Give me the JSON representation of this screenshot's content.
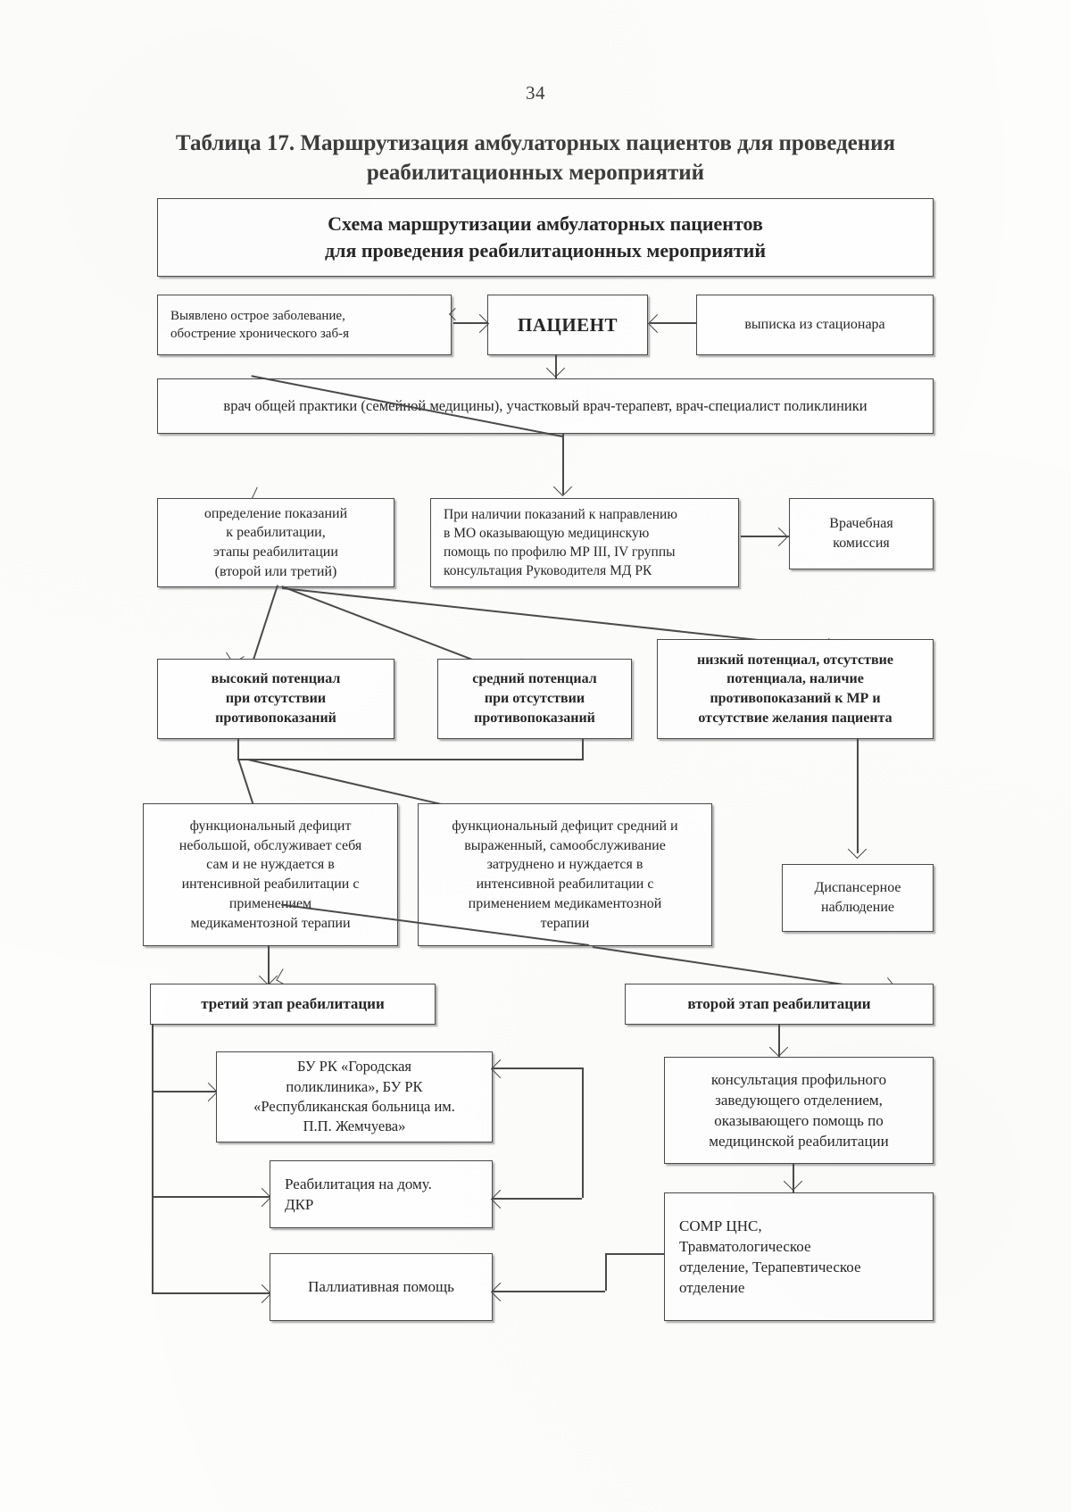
{
  "page": {
    "number": "34"
  },
  "caption": {
    "line1": "Таблица 17. Маршрутизация амбулаторных пациентов для проведения",
    "line2": "реабилитационных мероприятий"
  },
  "chart_data": {
    "type": "diagram",
    "title": "Схема маршрутизации амбулаторных пациентов для проведения реабилитационных мероприятий",
    "nodes": [
      {
        "id": "header",
        "label": "Схема маршрутизации амбулаторных пациентов\nдля проведения реабилитационных мероприятий"
      },
      {
        "id": "acute",
        "label": "Выявлено острое заболевание,\nобострение хронического заб-я"
      },
      {
        "id": "patient",
        "label": "ПАЦИЕНТ"
      },
      {
        "id": "discharge",
        "label": "выписка из стационара"
      },
      {
        "id": "doctor",
        "label": "врач общей практики (семейной медицины), участковый врач-терапевт, врач-специалист поликлиники"
      },
      {
        "id": "indications",
        "label": "определение показаний\nк реабилитации,\nэтапы реабилитации\n(второй или третий)"
      },
      {
        "id": "referral",
        "label": "При наличии показаний к направлению\nв МО оказывающую медицинскую\nпомощь по профилю МР III, IV группы\nконсультация Руководителя МД РК"
      },
      {
        "id": "commission",
        "label": "Врачебная\nкомиссия"
      },
      {
        "id": "high",
        "label": "высокий потенциал\nпри отсутствии\nпротивопоказаний"
      },
      {
        "id": "medium",
        "label": "средний потенциал\nпри отсутствии\nпротивопоказаний"
      },
      {
        "id": "low",
        "label": "низкий потенциал, отсутствие\nпотенциала, наличие\nпротивопоказаний к МР и\nотсутствие желания пациента"
      },
      {
        "id": "deficit-low",
        "label": "функциональный дефицит\nнебольшой, обслуживает себя\nсам и не нуждается в\nинтенсивной реабилитации с\nприменением\nмедикаментозной терапии"
      },
      {
        "id": "deficit-high",
        "label": "функциональный дефицит средний и\nвыраженный, самообслуживание\nзатруднено и нуждается в\nинтенсивной реабилитации с\nприменением медикаментозной\nтерапии"
      },
      {
        "id": "dispensary",
        "label": "Диспансерное\nнаблюдение"
      },
      {
        "id": "stage3",
        "label": "третий этап реабилитации"
      },
      {
        "id": "stage2",
        "label": "второй этап реабилитации"
      },
      {
        "id": "clinics",
        "label": "БУ РК «Городская\nполиклиника», БУ РК\n«Республиканская больница им.\nП.П. Жемчуева»"
      },
      {
        "id": "home",
        "label": "Реабилитация на дому.\nДКР"
      },
      {
        "id": "palliative",
        "label": "Паллиативная помощь"
      },
      {
        "id": "consult",
        "label": "консультация профильного\nзаведующего отделением,\nоказывающего помощь по\nмедицинской реабилитации"
      },
      {
        "id": "somr",
        "label": "СОМР ЦНС,\nТравматологическое\nотделение, Терапевтическое\nотделение"
      }
    ],
    "edges": [
      {
        "from": "acute",
        "to": "patient",
        "type": "arrow-right"
      },
      {
        "from": "discharge",
        "to": "patient",
        "type": "arrow-left"
      },
      {
        "from": "patient",
        "to": "doctor",
        "type": "arrow-down"
      },
      {
        "from": "doctor",
        "to": "indications",
        "type": "arrow-diagonal"
      },
      {
        "from": "doctor",
        "to": "referral",
        "type": "arrow-down"
      },
      {
        "from": "referral",
        "to": "commission",
        "type": "arrow-right"
      },
      {
        "from": "indications",
        "to": "high",
        "type": "arrow-diagonal"
      },
      {
        "from": "indications",
        "to": "medium",
        "type": "arrow-diagonal"
      },
      {
        "from": "indications",
        "to": "low",
        "type": "arrow-diagonal"
      },
      {
        "from": "high",
        "to": "deficit-low",
        "type": "arrow-diagonal"
      },
      {
        "from": "medium",
        "to": "deficit-high",
        "type": "arrow-diagonal"
      },
      {
        "from": "low",
        "to": "dispensary",
        "type": "arrow-down"
      },
      {
        "from": "deficit-low",
        "to": "stage3",
        "type": "arrow-down"
      },
      {
        "from": "deficit-high",
        "to": "stage3",
        "type": "arrow-diagonal"
      },
      {
        "from": "deficit-high",
        "to": "stage2",
        "type": "arrow-diagonal"
      },
      {
        "from": "stage3",
        "to": "clinics",
        "type": "arrow-right"
      },
      {
        "from": "stage3",
        "to": "home",
        "type": "arrow-right"
      },
      {
        "from": "stage3",
        "to": "palliative",
        "type": "arrow-right"
      },
      {
        "from": "stage2",
        "to": "consult",
        "type": "arrow-down"
      },
      {
        "from": "consult",
        "to": "somr",
        "type": "arrow-down"
      },
      {
        "from": "consult",
        "to": "clinics",
        "type": "arrow-left"
      },
      {
        "from": "somr",
        "to": "home",
        "type": "arrow-left"
      },
      {
        "from": "somr",
        "to": "palliative",
        "type": "arrow-left"
      }
    ],
    "layout": "top-down flowchart, 21 boxed nodes, 23 directed connectors"
  }
}
